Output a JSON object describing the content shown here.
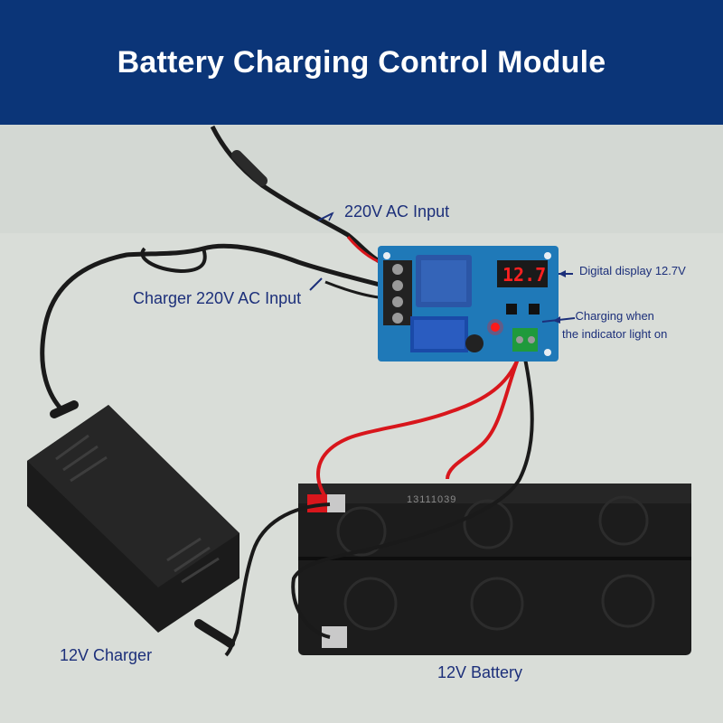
{
  "title": "Battery Charging Control Module",
  "labels": {
    "ac_input": "220V AC Input",
    "charger_ac_input": "Charger 220V AC Input",
    "digital_display": "Digital display 12.7V",
    "charging_line1": "Charging when",
    "charging_line2": "the indicator light on",
    "charger": "12V Charger",
    "battery": "12V Battery"
  },
  "module": {
    "display_value": "12.7",
    "display_color": "#ff2020",
    "indicator_color": "#ff1a1a"
  },
  "battery": {
    "code": "13111039"
  },
  "colors": {
    "banner": "#0b3578",
    "title_text": "#ffffff",
    "label_text": "#1c2f7a",
    "background": "#d9ddd8",
    "pcb": "#1f79b8",
    "wire_red": "#d8161c",
    "wire_black": "#1a1a1a",
    "battery_body": "#1c1c1c"
  }
}
